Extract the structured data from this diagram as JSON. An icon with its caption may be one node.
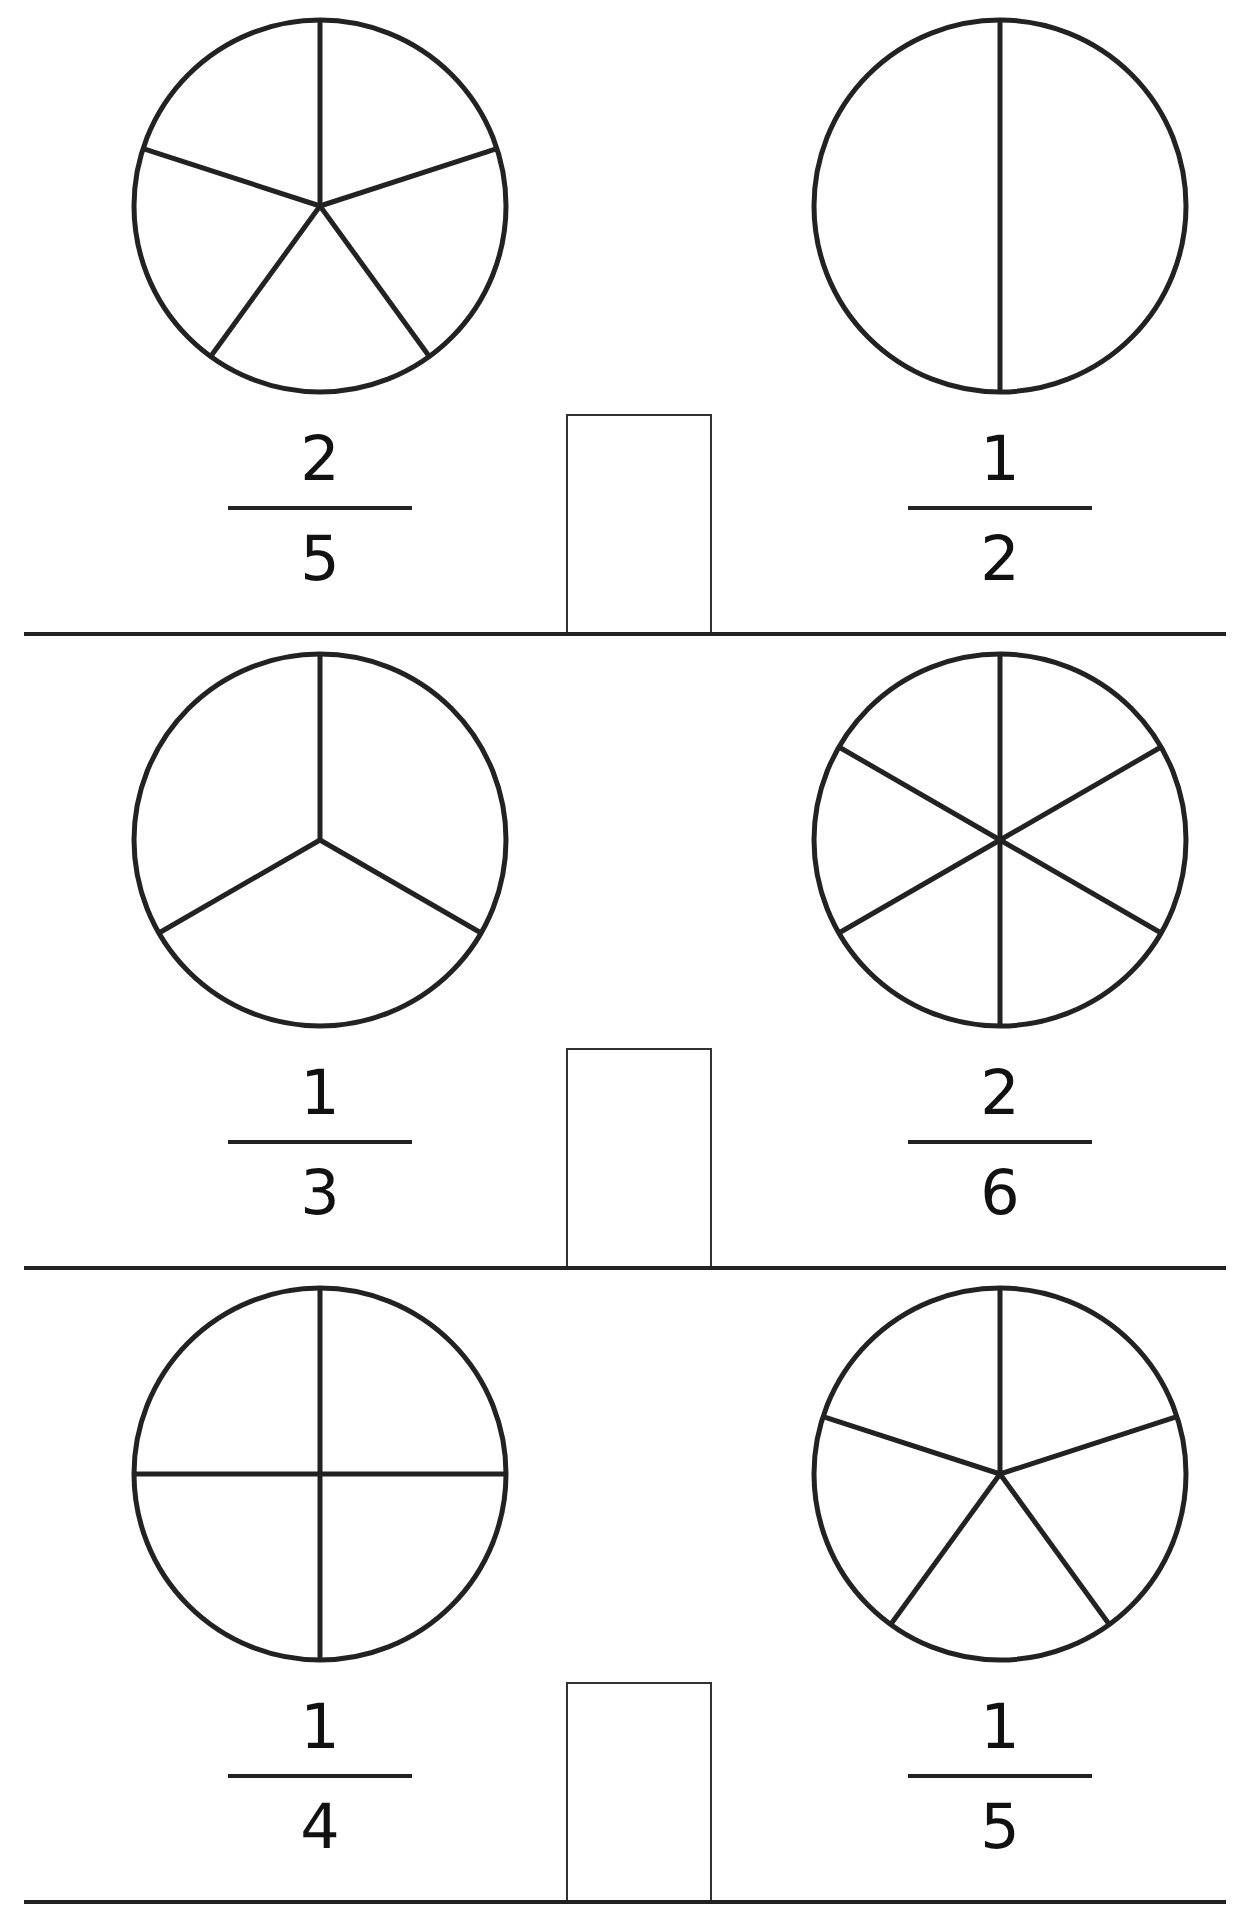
{
  "diagram": {
    "labels": [
      "2",
      "5",
      "1",
      "2",
      "1",
      "3",
      "2",
      "6",
      "1",
      "4",
      "1",
      "5"
    ]
  }
}
